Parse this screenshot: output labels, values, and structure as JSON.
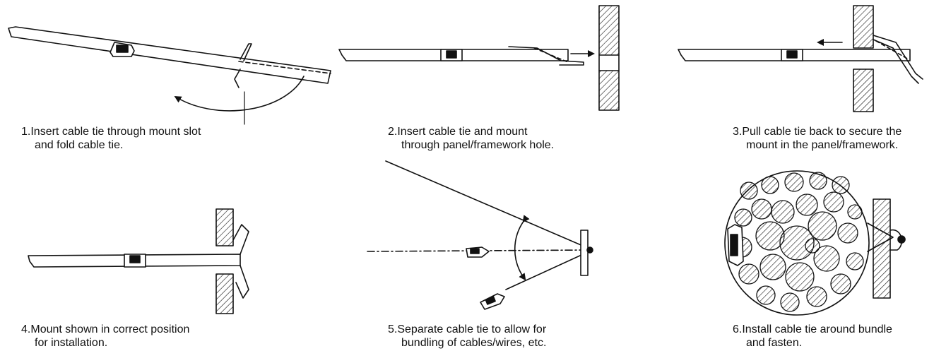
{
  "steps": [
    {
      "number": "1",
      "line1": "Insert cable tie through mount slot",
      "line2": "and fold cable tie."
    },
    {
      "number": "2",
      "line1": "Insert cable tie and mount",
      "line2": "through panel/framework hole."
    },
    {
      "number": "3",
      "line1": "Pull cable tie back to secure the",
      "line2": "mount in the panel/framework."
    },
    {
      "number": "4",
      "line1": "Mount shown in correct position",
      "line2": "for installation."
    },
    {
      "number": "5",
      "line1": "Separate cable tie to allow for",
      "line2": "bundling of cables/wires, etc."
    },
    {
      "number": "6",
      "line1": "Install cable tie around bundle",
      "line2": "and fasten."
    }
  ],
  "colors": {
    "ink": "#111111",
    "background": "#ffffff"
  }
}
